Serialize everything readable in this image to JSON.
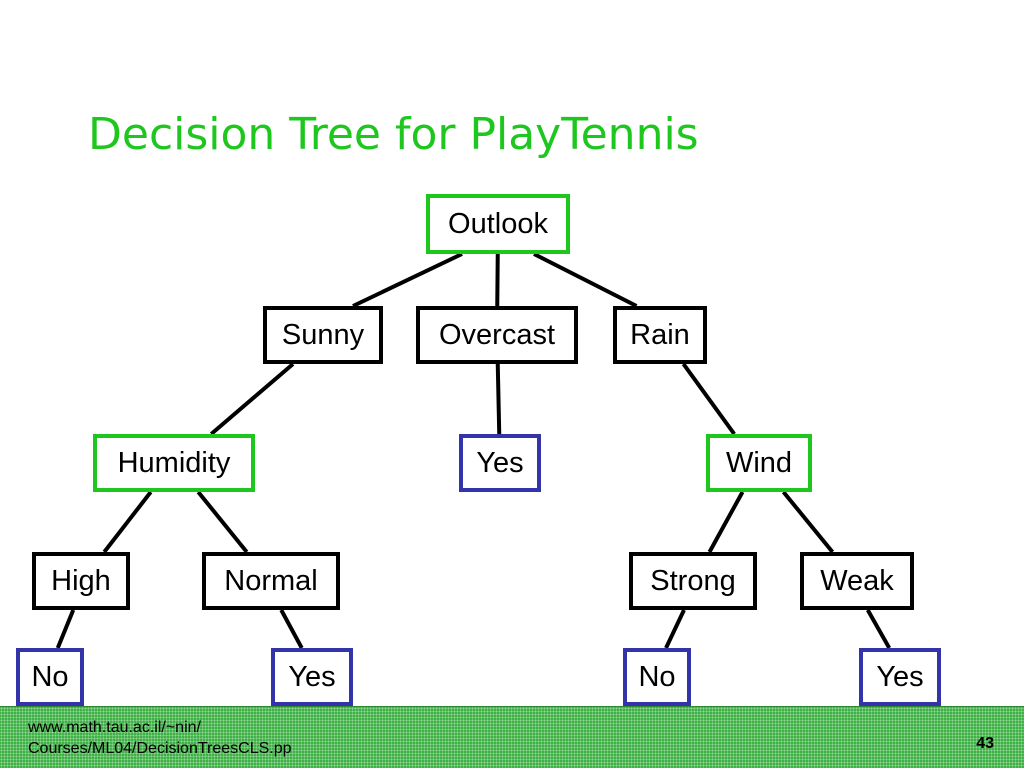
{
  "slide": {
    "title": "Decision Tree for PlayTennis",
    "footer": {
      "source_line_1": "www.math.tau.ac.il/~nin/",
      "source_line_2": "Courses/ML04/DecisionTreesCLS.pp",
      "page_number": "43"
    }
  },
  "colors": {
    "title": "#1ec71e",
    "attribute_border": "#1ec71e",
    "value_border": "#000000",
    "leaf_border": "#3333aa",
    "edge": "#000000",
    "footer_bg": "#3cb043"
  },
  "tree": {
    "nodes": [
      {
        "id": "outlook",
        "kind": "attribute",
        "label": "Outlook"
      },
      {
        "id": "sunny",
        "kind": "value",
        "label": "Sunny"
      },
      {
        "id": "overcast",
        "kind": "value",
        "label": "Overcast"
      },
      {
        "id": "rain",
        "kind": "value",
        "label": "Rain"
      },
      {
        "id": "humidity",
        "kind": "attribute",
        "label": "Humidity"
      },
      {
        "id": "yes-overcast",
        "kind": "leaf",
        "label": "Yes"
      },
      {
        "id": "wind",
        "kind": "attribute",
        "label": "Wind"
      },
      {
        "id": "high",
        "kind": "value",
        "label": "High"
      },
      {
        "id": "normal",
        "kind": "value",
        "label": "Normal"
      },
      {
        "id": "strong",
        "kind": "value",
        "label": "Strong"
      },
      {
        "id": "weak",
        "kind": "value",
        "label": "Weak"
      },
      {
        "id": "no-high",
        "kind": "leaf",
        "label": "No"
      },
      {
        "id": "yes-normal",
        "kind": "leaf",
        "label": "Yes"
      },
      {
        "id": "no-strong",
        "kind": "leaf",
        "label": "No"
      },
      {
        "id": "yes-weak",
        "kind": "leaf",
        "label": "Yes"
      }
    ],
    "edges": [
      [
        "outlook",
        "sunny"
      ],
      [
        "outlook",
        "overcast"
      ],
      [
        "outlook",
        "rain"
      ],
      [
        "sunny",
        "humidity"
      ],
      [
        "overcast",
        "yes-overcast"
      ],
      [
        "rain",
        "wind"
      ],
      [
        "humidity",
        "high"
      ],
      [
        "humidity",
        "normal"
      ],
      [
        "wind",
        "strong"
      ],
      [
        "wind",
        "weak"
      ],
      [
        "high",
        "no-high"
      ],
      [
        "normal",
        "yes-normal"
      ],
      [
        "strong",
        "no-strong"
      ],
      [
        "weak",
        "yes-weak"
      ]
    ]
  }
}
